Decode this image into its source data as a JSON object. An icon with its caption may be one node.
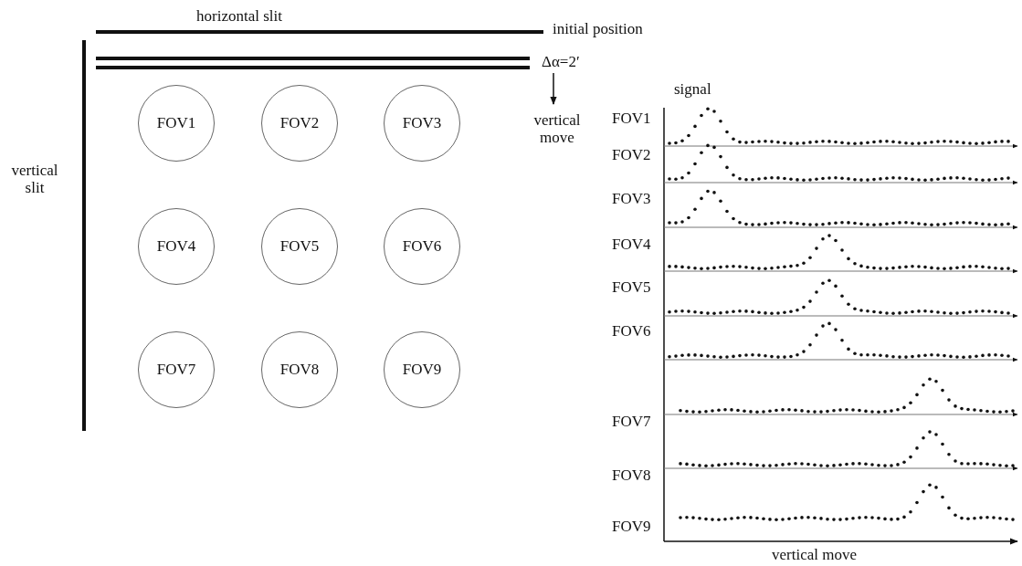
{
  "diagram": {
    "nodes": [
      {
        "text": [
          "FOV1"
        ]
      },
      {
        "text": [
          "FOV2"
        ]
      },
      {
        "text": [
          "FOV3"
        ]
      },
      {
        "text": [
          "FOV4"
        ]
      },
      {
        "text": [
          "FOV5"
        ]
      },
      {
        "text": [
          "FOV6"
        ]
      },
      {
        "text": [
          "FOV7"
        ]
      },
      {
        "text": [
          "FOV8"
        ]
      },
      {
        "text": [
          "FOV9"
        ]
      }
    ],
    "labels": [
      "horizontal slit",
      "initial position",
      "Δα=2′",
      "vertical move",
      "vertical slit",
      "signal",
      "FOV1",
      "FOV2",
      "FOV3",
      "FOV4",
      "FOV5",
      "FOV6",
      "FOV7",
      "FOV8",
      "FOV9",
      "vertical move"
    ]
  }
}
